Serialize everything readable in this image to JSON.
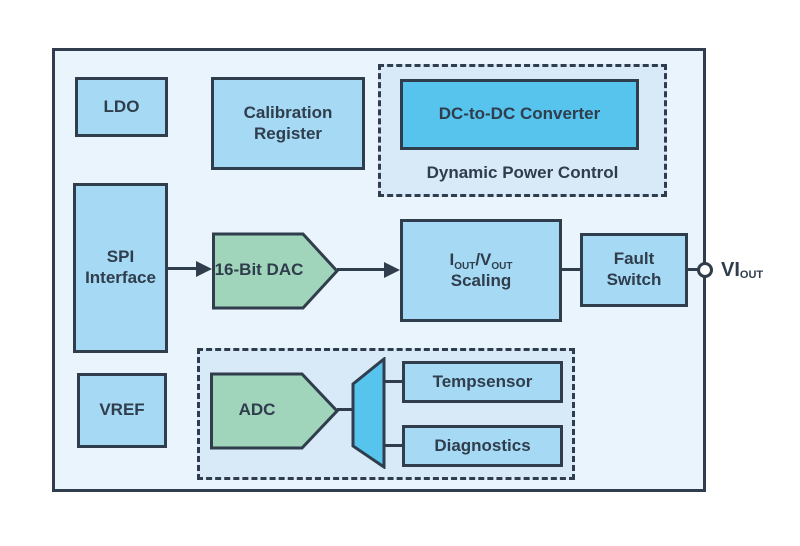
{
  "colors": {
    "ink": "#2F3D4C",
    "box-fill": "#A6D9F4",
    "accent-fill": "#57C4EE",
    "green-fill": "#A0D4BB",
    "chip-fill": "#EAF4FC",
    "group-fill": "#D8EAF8",
    "page-bg": "#FFFFFF"
  },
  "blocks": {
    "ldo": "LDO",
    "calibration_register": "Calibration Register",
    "dc_to_dc_converter": "DC-to-DC Converter",
    "dynamic_power_control": "Dynamic Power Control",
    "spi_interface": "SPI Interface",
    "dac": "16-Bit DAC",
    "scaling": {
      "p1": "I",
      "s1": "OUT",
      "p2": "/V",
      "s2": "OUT",
      "line2": "Scaling"
    },
    "fault_switch": "Fault Switch",
    "vref": "VREF",
    "adc": "ADC",
    "tempsensor": "Tempsensor",
    "diagnostics": "Diagnostics"
  },
  "output_pin": {
    "main": "VI",
    "sub": "OUT"
  }
}
